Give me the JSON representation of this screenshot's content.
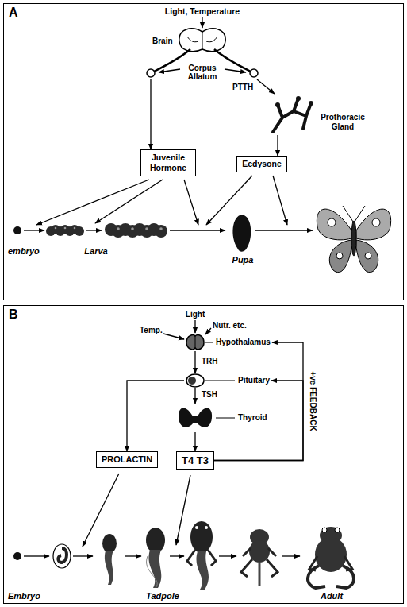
{
  "diagram": {
    "nodes": [
      {
        "text": [
          "A"
        ]
      },
      {
        "text": [
          "Brain"
        ],
        "in": 0
      },
      {
        "text": [
          "Prothoracic Gland"
        ],
        "in": 0
      },
      {
        "text": [
          "Juvenile Hormone"
        ],
        "in": 0
      },
      {
        "text": [
          "Ecdysone"
        ],
        "in": 0
      },
      {
        "text": [
          "B"
        ]
      },
      {
        "text": [
          "Hypothalamus"
        ],
        "in": 5
      },
      {
        "text": [
          "Pituitary"
        ],
        "in": 5
      },
      {
        "text": [
          "Thyroid"
        ],
        "in": 5
      },
      {
        "text": [
          "PROLACTIN"
        ],
        "in": 5
      },
      {
        "text": [
          "T4 T3"
        ],
        "in": 5
      }
    ],
    "edges": [
      {
        "from": 1,
        "to": 2,
        "label": "PTTH",
        "arrow": "to"
      },
      {
        "from": 1,
        "to": 3,
        "arrow": "to"
      },
      {
        "from": 2,
        "to": 4,
        "arrow": "to"
      },
      {
        "from": 6,
        "to": 7,
        "label": "TRH",
        "arrow": "to"
      },
      {
        "from": 7,
        "to": 8,
        "label": "TSH",
        "arrow": "to"
      },
      {
        "from": 7,
        "to": 9,
        "arrow": "to"
      },
      {
        "from": 8,
        "to": 10,
        "arrow": "to"
      },
      {
        "from": 10,
        "to": 6,
        "arrow": "to"
      },
      {
        "from": 10,
        "to": 7,
        "arrow": "to"
      }
    ],
    "labels": [
      "Light, Temperature",
      "Corpus Allatum",
      "embryo",
      "Larva",
      "Pupa",
      "Light",
      "Temp.",
      "Nutr. etc.",
      "+ve FEEDBACK",
      "Embryo",
      "Tadpole",
      "Adult"
    ]
  }
}
